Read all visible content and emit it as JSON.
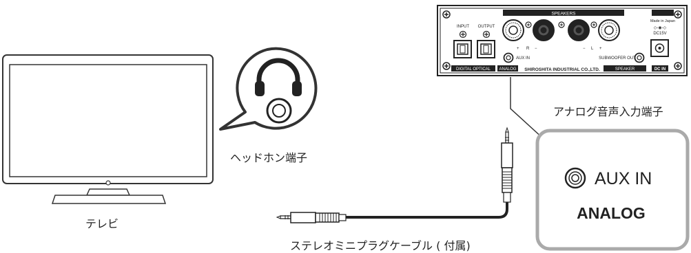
{
  "labels": {
    "tv": "テレビ",
    "headphone_jack": "ヘッドホン端子",
    "analog_input": "アナログ音声入力端子",
    "cable": "ステレオミニプラグケーブル ( 付属)"
  },
  "device": {
    "speakers": "SPEAKERS",
    "made_in": "Made in Japan",
    "power": "DC15V",
    "input": "INPUT",
    "output": "OUTPUT",
    "r_minus": "−",
    "r": "R",
    "r_plus": "+",
    "l_minus": "−",
    "l": "L",
    "l_plus": "+",
    "aux_in": "AUX IN",
    "subwoofer_out": "SUBWOOFER OUT",
    "digital_optical": "DIGITAL OPTICAL",
    "analog": "ANALOG",
    "maker": "SHIROSHITA INDUSTRIAL CO.,LTD.",
    "speaker": "SPEAKER",
    "dc_in": "DC IN"
  },
  "callout": {
    "aux_in": "AUX IN",
    "analog": "ANALOG"
  }
}
